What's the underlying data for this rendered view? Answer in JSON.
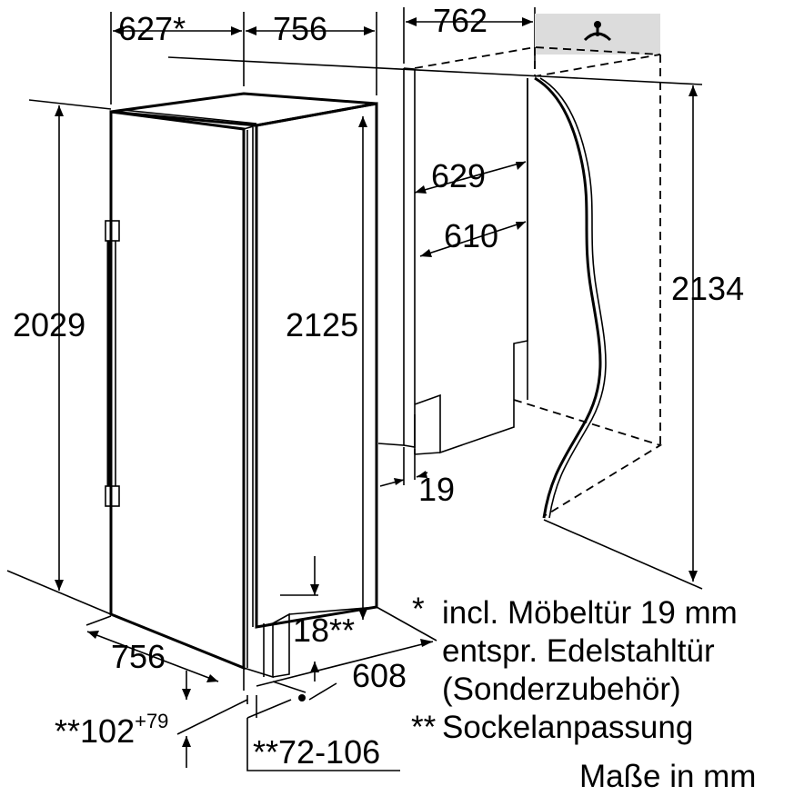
{
  "dimensions": {
    "top_depth_door": "627*",
    "top_width": "756",
    "niche_depth": "762",
    "fridge_height": "2029",
    "fridge_height_total": "2125",
    "niche_height": "2134",
    "niche_width_outer": "629",
    "niche_width_inner": "610",
    "side_wall": "19",
    "bottom_width": "756",
    "bottom_depth": "608",
    "vent_gap": "18**",
    "plinth_height_base": "**102",
    "plinth_height_sup": "+79",
    "plinth_range": "**72-106"
  },
  "legend": {
    "note1_marker": "*",
    "note1_line1": "incl. Möbeltür 19 mm",
    "note1_line2": "entspr. Edelstahltür",
    "note1_line3": "(Sonderzubehör)",
    "note2_marker": "**",
    "note2_text": "Sockelanpassung",
    "units": "Maße in mm"
  },
  "icons": {
    "ceiling_icon": "wall-mount-symbol-icon"
  },
  "colors": {
    "ceiling_box": "#dcdcdc",
    "line": "#000000"
  }
}
